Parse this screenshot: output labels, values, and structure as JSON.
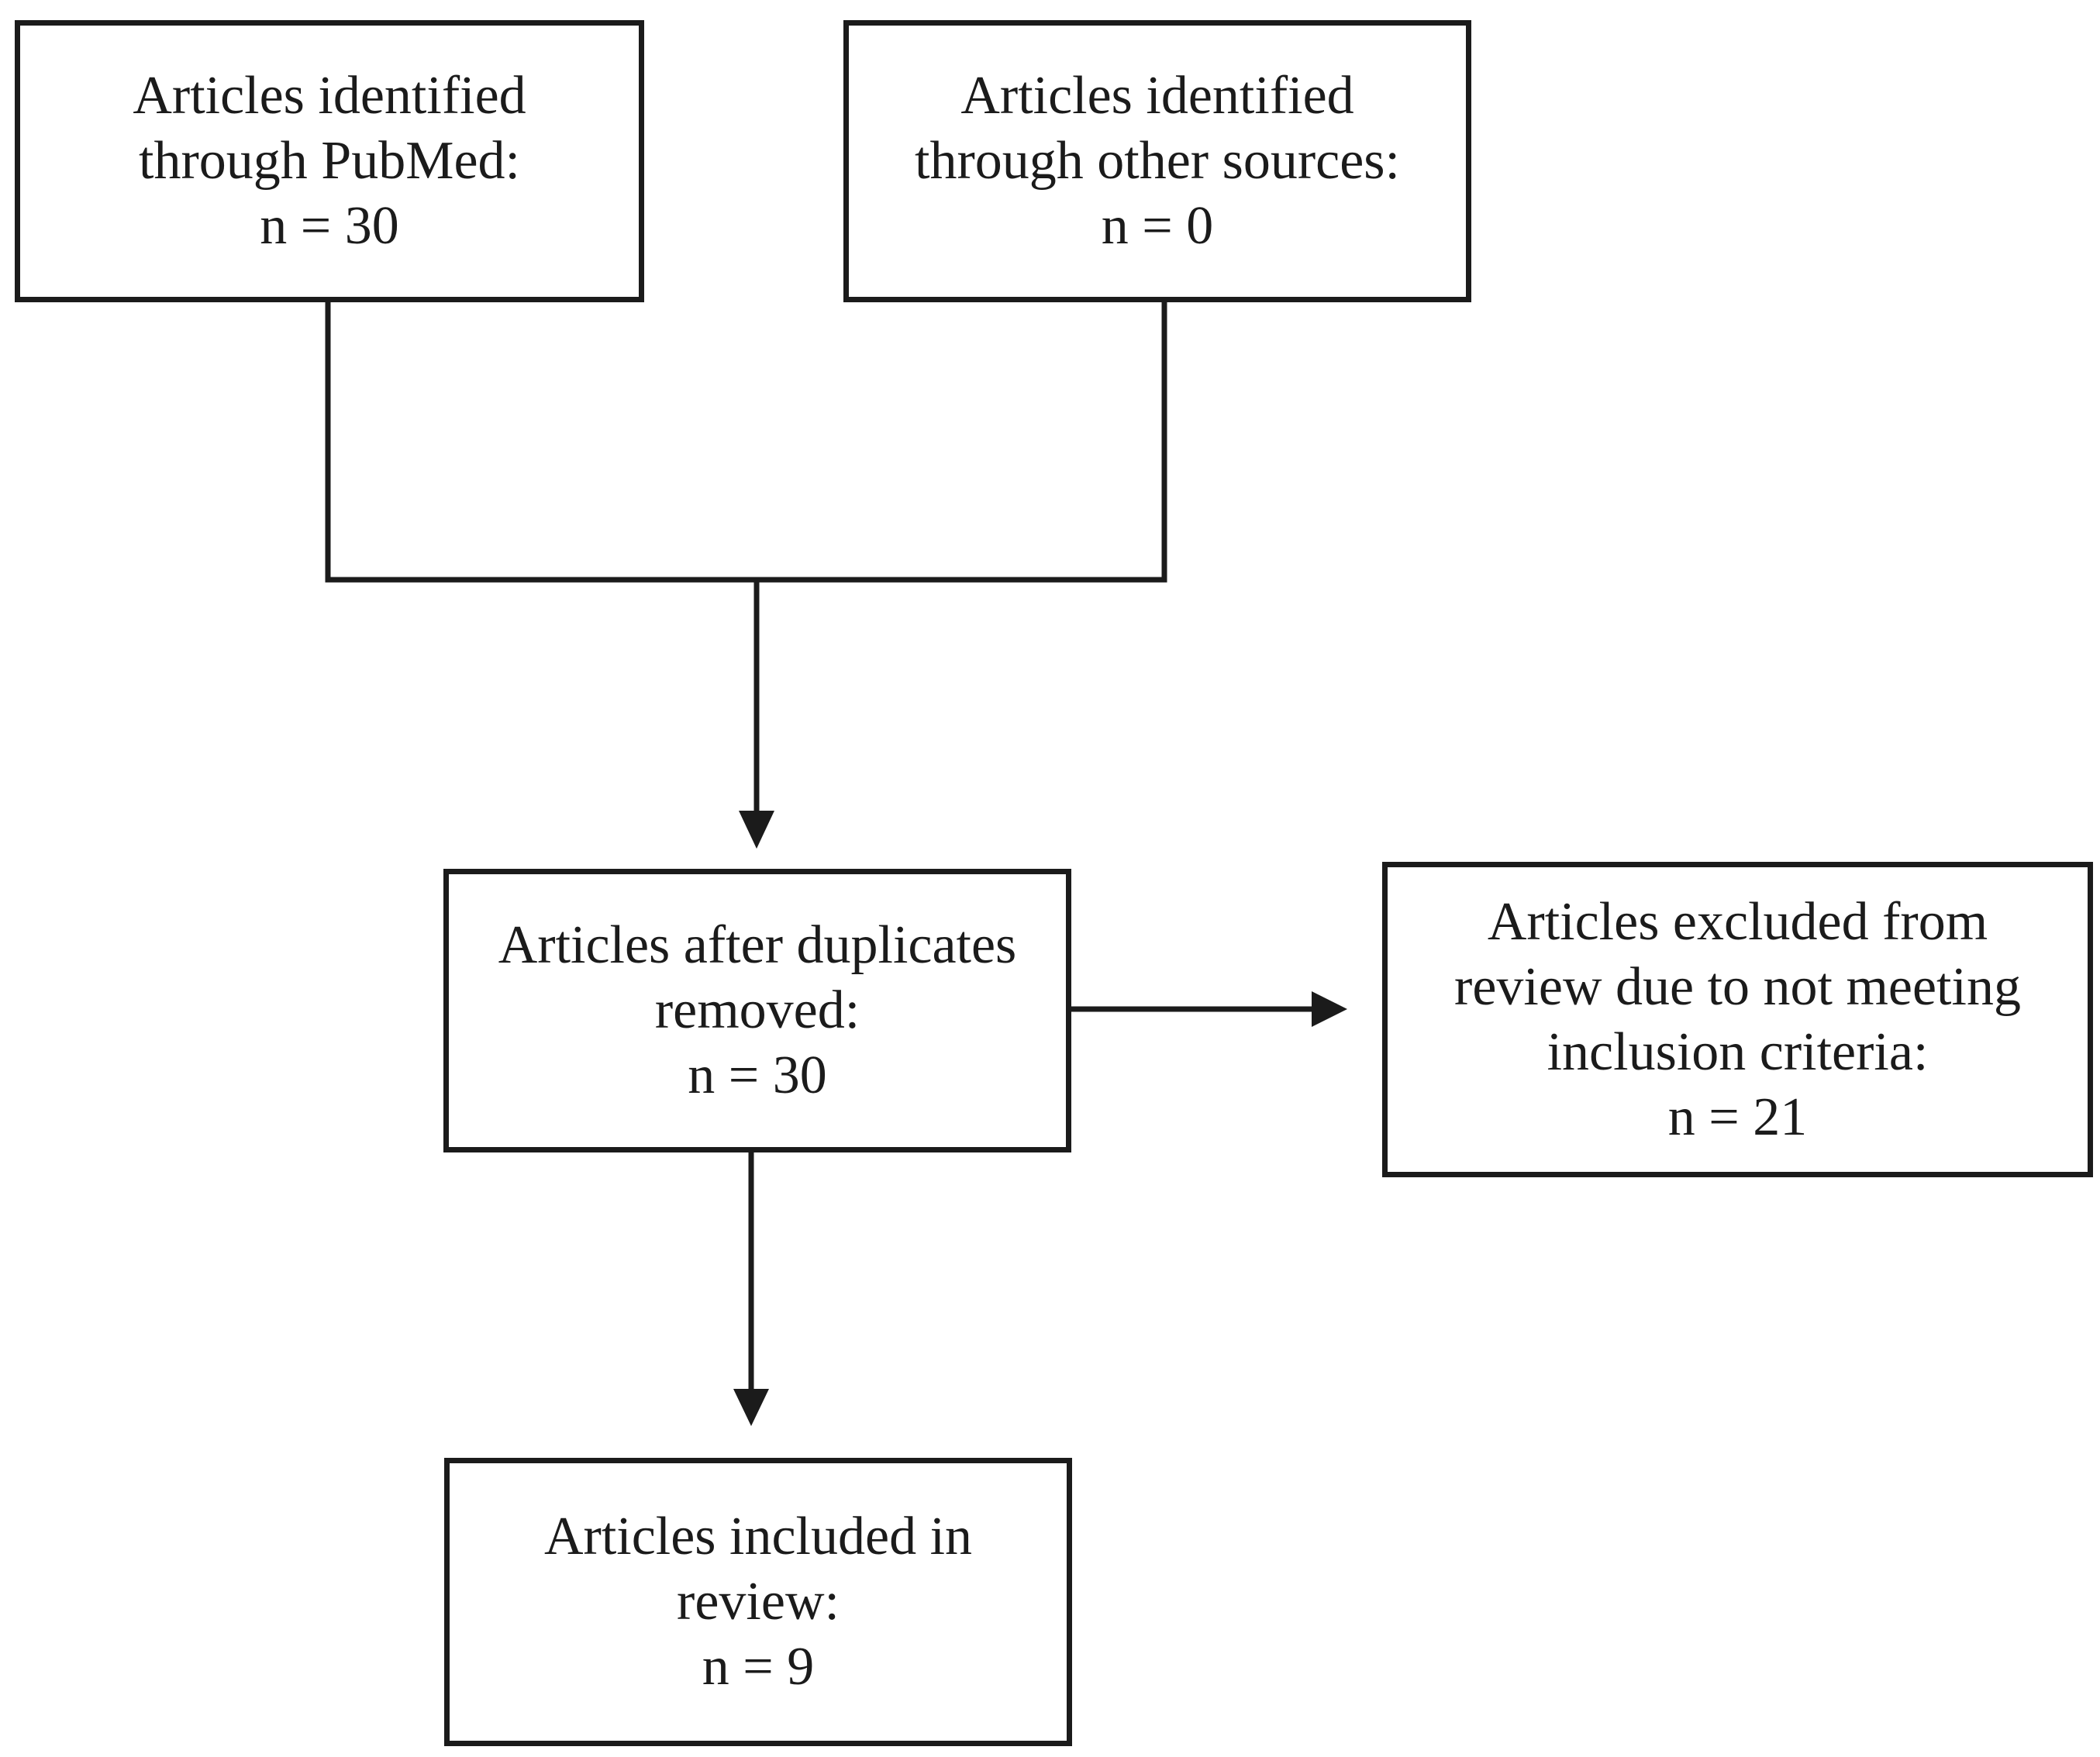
{
  "diagram": {
    "type": "flowchart",
    "boxes": {
      "pubmed": {
        "lines": [
          "Articles identified",
          "through PubMed:",
          "n = 30"
        ],
        "count": 30
      },
      "other_sources": {
        "lines": [
          "Articles identified",
          "through other sources:",
          "n = 0"
        ],
        "count": 0
      },
      "after_duplicates": {
        "lines": [
          "Articles after duplicates",
          "removed:",
          "n = 30"
        ],
        "count": 30
      },
      "excluded": {
        "lines": [
          "Articles excluded from",
          "review due to not meeting",
          "inclusion criteria:",
          "n = 21"
        ],
        "count": 21
      },
      "included": {
        "lines": [
          "Articles included in",
          "review:",
          "n = 9"
        ],
        "count": 9
      }
    },
    "edges": [
      {
        "from": "pubmed",
        "to": "after_duplicates"
      },
      {
        "from": "other_sources",
        "to": "after_duplicates"
      },
      {
        "from": "after_duplicates",
        "to": "excluded"
      },
      {
        "from": "after_duplicates",
        "to": "included"
      }
    ],
    "colors": {
      "stroke": "#1b1b1b",
      "background": "#ffffff"
    }
  }
}
